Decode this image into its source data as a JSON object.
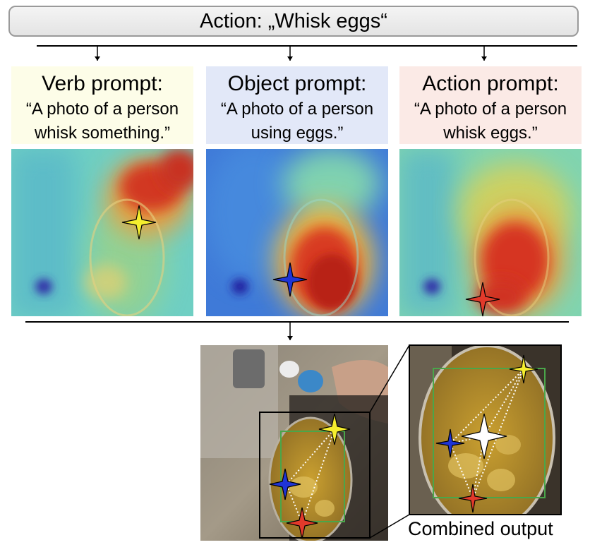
{
  "action": {
    "text": "Action: „Whisk eggs“"
  },
  "prompts": [
    {
      "title": "Verb prompt:",
      "line1": "“A photo of a person",
      "line2": "whisk something.”",
      "background": "#fdfde8",
      "marker_color": "#f5ee2e"
    },
    {
      "title": "Object prompt:",
      "line1": "“A photo of a person",
      "line2": "using eggs.”",
      "background": "#e2e8f8",
      "marker_color": "#1f34d6"
    },
    {
      "title": "Action prompt:",
      "line1": "“A photo of a person",
      "line2": "whisk eggs.”",
      "background": "#fbeae6",
      "marker_color": "#e23a2b"
    }
  ],
  "combined": {
    "caption": "Combined output",
    "marker_color": "#ffffff",
    "box_color": "#4aa64a"
  }
}
